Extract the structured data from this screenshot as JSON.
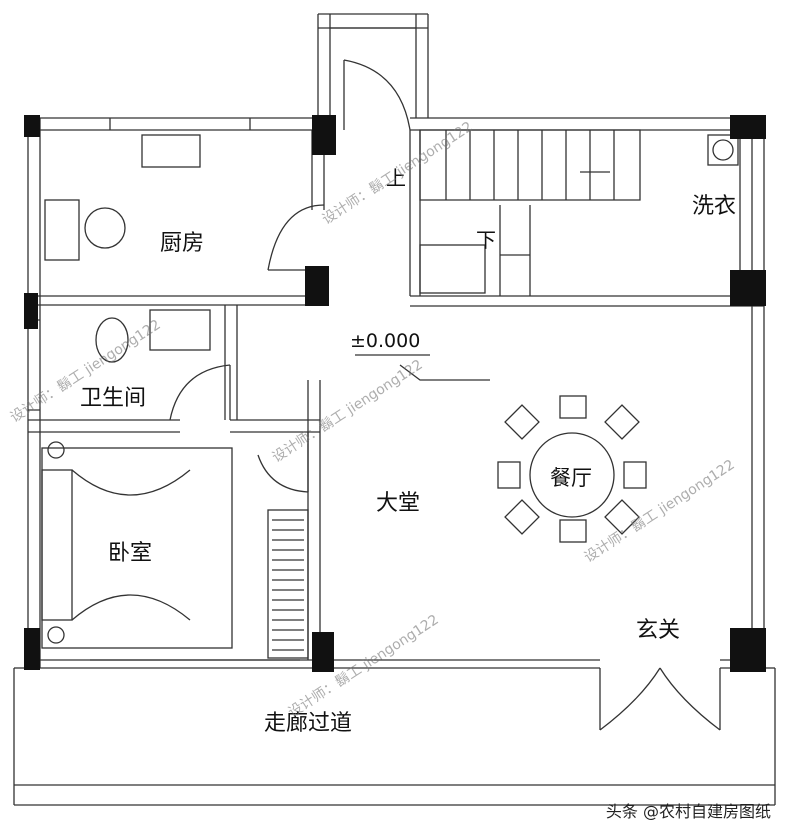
{
  "rooms": {
    "kitchen": "厨房",
    "laundry": "洗衣",
    "bathroom": "卫生间",
    "bedroom": "卧室",
    "hall": "大堂",
    "dining": "餐厅",
    "entrance": "玄关",
    "corridor": "走廊过道"
  },
  "stairs": {
    "up": "上",
    "down": "下"
  },
  "level_mark": "±0.000",
  "watermark": "设计师：鬍工 jiengong122",
  "credit": "头条 @农村自建房图纸",
  "colors": {
    "wall": "#111111",
    "line": "#333333",
    "background": "#ffffff"
  }
}
